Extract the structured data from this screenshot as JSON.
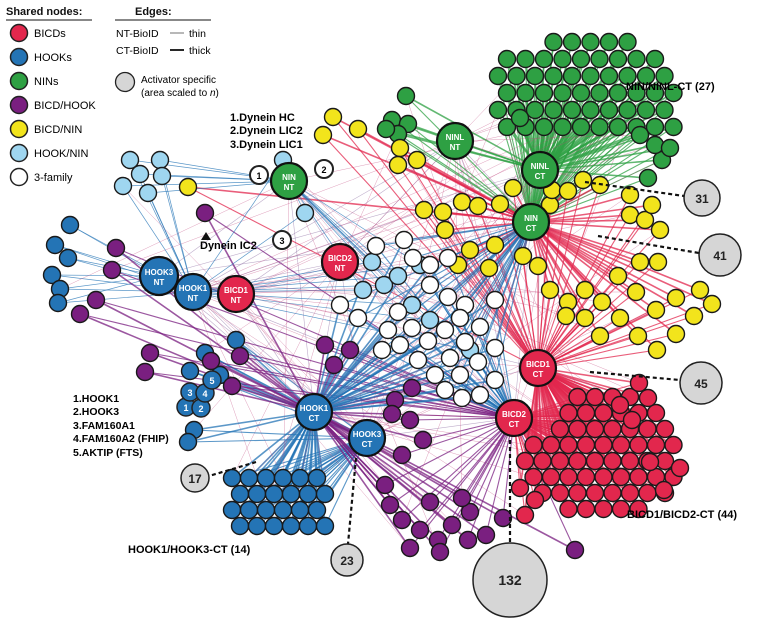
{
  "legend_nodes": {
    "heading": "Shared nodes:",
    "items": [
      {
        "label": "BICDs",
        "color": "#e2274d"
      },
      {
        "label": "HOOKs",
        "color": "#2474b5"
      },
      {
        "label": "NINs",
        "color": "#2ea043"
      },
      {
        "label": "BICD/HOOK",
        "color": "#7a1f80"
      },
      {
        "label": "BICD/NIN",
        "color": "#f2e41c"
      },
      {
        "label": "HOOK/NIN",
        "color": "#9fd6f0"
      },
      {
        "label": "3-family",
        "color": "#ffffff"
      }
    ]
  },
  "legend_edges": {
    "heading": "Edges:",
    "rows": [
      {
        "name": "NT-BioID",
        "style": "thin"
      },
      {
        "name": "CT-BioID",
        "style": "thick"
      }
    ]
  },
  "legend_activator": {
    "line1": "Activator specific",
    "line2_prefix": "(area scaled to ",
    "line2_var": "n",
    "line2_suffix": ")"
  },
  "cluster_labels": {
    "nin": "NIN/NINL-CT (27)",
    "bicd": "BICD1/BICD2-CT (44)",
    "hook": "HOOK1/HOOK3-CT (14)"
  },
  "dynein_list": [
    "1.Dynein HC",
    "2.Dynein LIC2",
    "3.Dynein LIC1"
  ],
  "dynein_ic2": "Dynein IC2",
  "hook_list": [
    "1.HOOK1",
    "2.HOOK3",
    "3.FAM160A1",
    "4.FAM160A2 (FHIP)",
    "5.AKTIP (FTS)"
  ],
  "bait_nodes": [
    {
      "id": "ninl-nt",
      "line1": "NINL",
      "line2": "NT",
      "family": "NINs"
    },
    {
      "id": "nin-nt",
      "line1": "NIN",
      "line2": "NT",
      "family": "NINs"
    },
    {
      "id": "ninl-ct",
      "line1": "NINL",
      "line2": "CT",
      "family": "NINs"
    },
    {
      "id": "nin-ct",
      "line1": "NIN",
      "line2": "CT",
      "family": "NINs"
    },
    {
      "id": "bicd2-nt",
      "line1": "BICD2",
      "line2": "NT",
      "family": "BICDs"
    },
    {
      "id": "bicd1-nt",
      "line1": "BICD1",
      "line2": "NT",
      "family": "BICDs"
    },
    {
      "id": "hook3-nt",
      "line1": "HOOK3",
      "line2": "NT",
      "family": "HOOKs"
    },
    {
      "id": "hook1-nt",
      "line1": "HOOK1",
      "line2": "NT",
      "family": "HOOKs"
    },
    {
      "id": "hook1-ct",
      "line1": "HOOK1",
      "line2": "CT",
      "family": "HOOKs"
    },
    {
      "id": "hook3-ct",
      "line1": "HOOK3",
      "line2": "CT",
      "family": "HOOKs"
    },
    {
      "id": "bicd1-ct",
      "line1": "BICD1",
      "line2": "CT",
      "family": "BICDs"
    },
    {
      "id": "bicd2-ct",
      "line1": "BICD2",
      "line2": "CT",
      "family": "BICDs"
    }
  ],
  "numbered_nodes": {
    "dynein": [
      "1",
      "2",
      "3"
    ],
    "hook": [
      "1",
      "2",
      "3",
      "4",
      "5"
    ]
  },
  "activator_counts": [
    "31",
    "41",
    "45",
    "17",
    "23",
    "132"
  ]
}
